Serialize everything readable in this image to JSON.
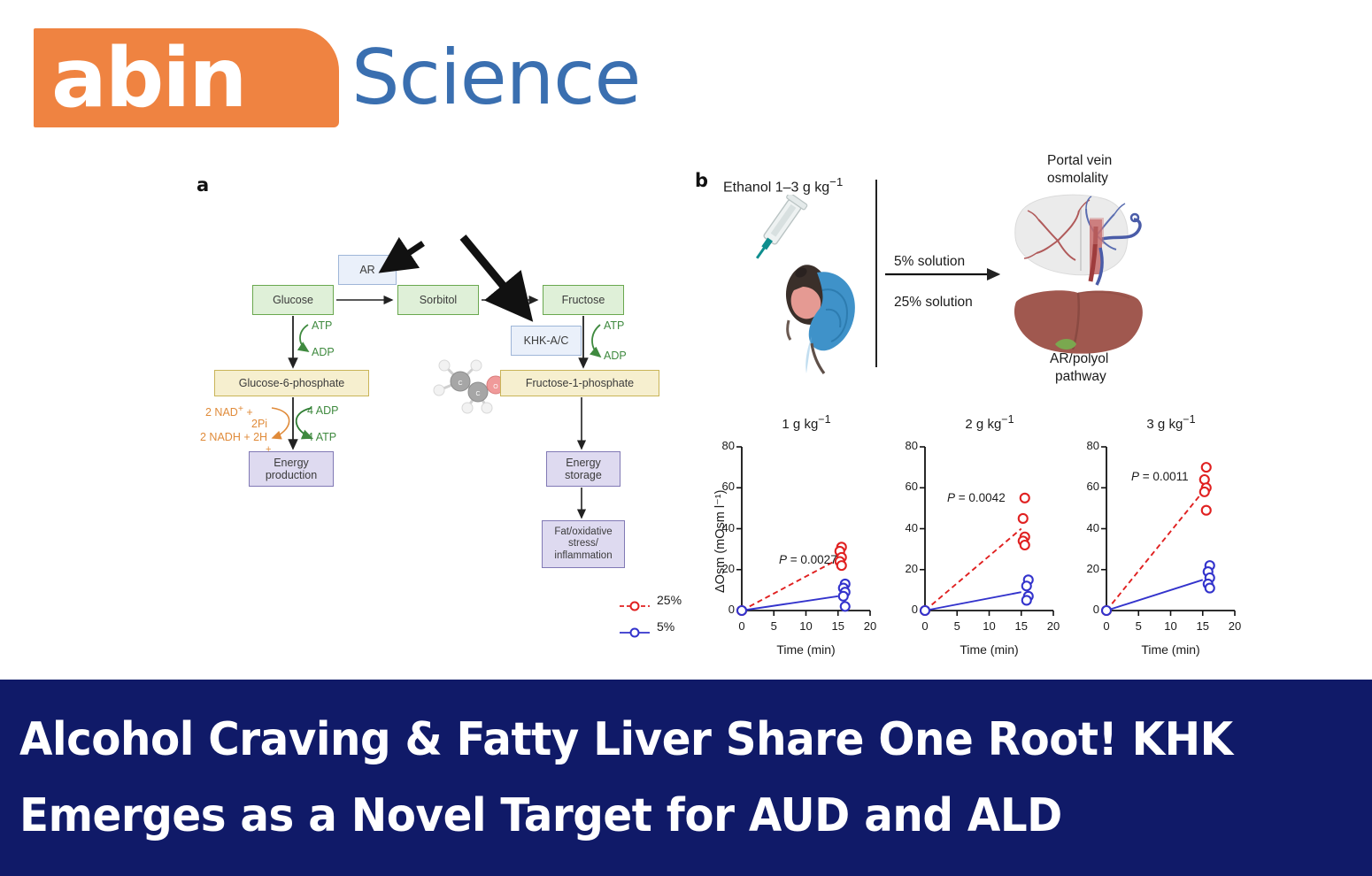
{
  "brand": {
    "logo_primary": "abin",
    "logo_secondary": "Science",
    "orange": "#ef8341",
    "blue": "#3a6fb0"
  },
  "figure": {
    "panel_a": {
      "letter": "a",
      "molecule_label": "ethanol-molecule",
      "nodes": [
        {
          "id": "ar",
          "label": "AR",
          "type": "enzyme"
        },
        {
          "id": "glucose",
          "label": "Glucose",
          "type": "metabolite"
        },
        {
          "id": "sorbitol",
          "label": "Sorbitol",
          "type": "metabolite"
        },
        {
          "id": "fructose",
          "label": "Fructose",
          "type": "metabolite"
        },
        {
          "id": "khk",
          "label": "KHK-A/C",
          "type": "enzyme"
        },
        {
          "id": "g6p",
          "label": "Glucose-6-phosphate",
          "type": "phosphate"
        },
        {
          "id": "f1p",
          "label": "Fructose-1-phosphate",
          "type": "phosphate"
        },
        {
          "id": "energy_production",
          "label": "Energy\nproduction",
          "type": "outcome"
        },
        {
          "id": "energy_storage",
          "label": "Energy\nstorage",
          "type": "outcome"
        },
        {
          "id": "fat_stress",
          "label": "Fat/oxidative\nstress/\ninflammation",
          "type": "outcome"
        }
      ],
      "cofactors": {
        "atp_left": "ATP",
        "adp_left": "ADP",
        "atp_right": "ATP",
        "adp_right": "ADP",
        "nad_in": "2 NAD",
        "nad_in_sup": "+",
        "nad_in_tail": " +",
        "pi": "2Pi",
        "nadh_out": "2 NADH + 2H",
        "nadh_out_sup": "+",
        "adp4": "4 ADP",
        "atp4": "4 ATP"
      }
    },
    "panel_b": {
      "letter": "b",
      "dose_label": "Ethanol 1–3 g kg",
      "dose_sup": "−1",
      "condition_top": "5% solution",
      "condition_bottom": "25% solution",
      "readout_top": "Portal vein\nosmolality",
      "readout_top_line1": "Portal vein",
      "readout_top_line2": "osmolality",
      "readout_bottom_line1": "AR/polyol",
      "readout_bottom_line2": "pathway",
      "mouse_art": "mouse-gavage-illustration",
      "liver_art_top": "portal-vein-liver-illustration",
      "liver_art_bottom": "liver-illustration"
    },
    "legend": [
      {
        "label": "25%",
        "color": "#e02020",
        "style": "dashed"
      },
      {
        "label": "5%",
        "color": "#3333cc",
        "style": "solid"
      }
    ]
  },
  "chart_data": [
    {
      "type": "scatter",
      "title": "1 g kg⁻¹",
      "title_main": "1 g kg",
      "title_sup": "−1",
      "annotation": "P = 0.0027",
      "annotation_label": "P =",
      "annotation_value": "0.0027",
      "xlabel": "Time (min)",
      "ylabel": "ΔOsm (mOsm l⁻¹)",
      "xlim": [
        0,
        20
      ],
      "ylim": [
        0,
        80
      ],
      "xticks": [
        0,
        5,
        10,
        15,
        20
      ],
      "yticks": [
        0,
        20,
        40,
        60,
        80
      ],
      "grid": false,
      "series": [
        {
          "name": "25%",
          "color": "#e02020",
          "style": "dashed",
          "mean_line": [
            {
              "x": 0,
              "y": 0
            },
            {
              "x": 15,
              "y": 25
            }
          ],
          "points": [
            {
              "x": 0,
              "y": 0
            },
            {
              "x": 15,
              "y": 31
            },
            {
              "x": 15,
              "y": 29
            },
            {
              "x": 15,
              "y": 26
            },
            {
              "x": 15,
              "y": 24
            },
            {
              "x": 15,
              "y": 22
            }
          ]
        },
        {
          "name": "5%",
          "color": "#3333cc",
          "style": "solid",
          "mean_line": [
            {
              "x": 0,
              "y": 0
            },
            {
              "x": 15,
              "y": 7
            }
          ],
          "points": [
            {
              "x": 0,
              "y": 0
            },
            {
              "x": 15,
              "y": 13
            },
            {
              "x": 15,
              "y": 11
            },
            {
              "x": 15,
              "y": 9
            },
            {
              "x": 15,
              "y": 7
            },
            {
              "x": 15,
              "y": 2
            }
          ]
        }
      ]
    },
    {
      "type": "scatter",
      "title": "2 g kg⁻¹",
      "title_main": "2 g kg",
      "title_sup": "−1",
      "annotation": "P = 0.0042",
      "annotation_label": "P =",
      "annotation_value": "0.0042",
      "xlabel": "Time (min)",
      "ylabel": "",
      "xlim": [
        0,
        20
      ],
      "ylim": [
        0,
        80
      ],
      "xticks": [
        0,
        5,
        10,
        15,
        20
      ],
      "yticks": [
        0,
        20,
        40,
        60,
        80
      ],
      "grid": false,
      "series": [
        {
          "name": "25%",
          "color": "#e02020",
          "style": "dashed",
          "mean_line": [
            {
              "x": 0,
              "y": 0
            },
            {
              "x": 15,
              "y": 40
            }
          ],
          "points": [
            {
              "x": 0,
              "y": 0
            },
            {
              "x": 15,
              "y": 55
            },
            {
              "x": 15,
              "y": 45
            },
            {
              "x": 15,
              "y": 36
            },
            {
              "x": 15,
              "y": 34
            },
            {
              "x": 15,
              "y": 32
            }
          ]
        },
        {
          "name": "5%",
          "color": "#3333cc",
          "style": "solid",
          "mean_line": [
            {
              "x": 0,
              "y": 0
            },
            {
              "x": 15,
              "y": 9
            }
          ],
          "points": [
            {
              "x": 0,
              "y": 0
            },
            {
              "x": 15,
              "y": 15
            },
            {
              "x": 15,
              "y": 12
            },
            {
              "x": 15,
              "y": 7
            },
            {
              "x": 15,
              "y": 5
            }
          ]
        }
      ]
    },
    {
      "type": "scatter",
      "title": "3 g kg⁻¹",
      "title_main": "3 g kg",
      "title_sup": "−1",
      "annotation": "P = 0.0011",
      "annotation_label": "P =",
      "annotation_value": "0.0011",
      "xlabel": "Time (min)",
      "ylabel": "",
      "xlim": [
        0,
        20
      ],
      "ylim": [
        0,
        80
      ],
      "xticks": [
        0,
        5,
        10,
        15,
        20
      ],
      "yticks": [
        0,
        20,
        40,
        60,
        80
      ],
      "grid": false,
      "series": [
        {
          "name": "25%",
          "color": "#e02020",
          "style": "dashed",
          "mean_line": [
            {
              "x": 0,
              "y": 0
            },
            {
              "x": 15,
              "y": 58
            }
          ],
          "points": [
            {
              "x": 0,
              "y": 0
            },
            {
              "x": 15,
              "y": 70
            },
            {
              "x": 15,
              "y": 64
            },
            {
              "x": 15,
              "y": 60
            },
            {
              "x": 15,
              "y": 58
            },
            {
              "x": 15,
              "y": 49
            }
          ]
        },
        {
          "name": "5%",
          "color": "#3333cc",
          "style": "solid",
          "mean_line": [
            {
              "x": 0,
              "y": 0
            },
            {
              "x": 15,
              "y": 15
            }
          ],
          "points": [
            {
              "x": 0,
              "y": 0
            },
            {
              "x": 15,
              "y": 22
            },
            {
              "x": 15,
              "y": 19
            },
            {
              "x": 15,
              "y": 16
            },
            {
              "x": 15,
              "y": 13
            },
            {
              "x": 15,
              "y": 11
            }
          ]
        }
      ]
    }
  ],
  "banner": {
    "background": "#101a68",
    "line1": "Alcohol Craving & Fatty Liver Share One Root! KHK",
    "line2": "Emerges as a Novel Target for AUD and ALD"
  }
}
